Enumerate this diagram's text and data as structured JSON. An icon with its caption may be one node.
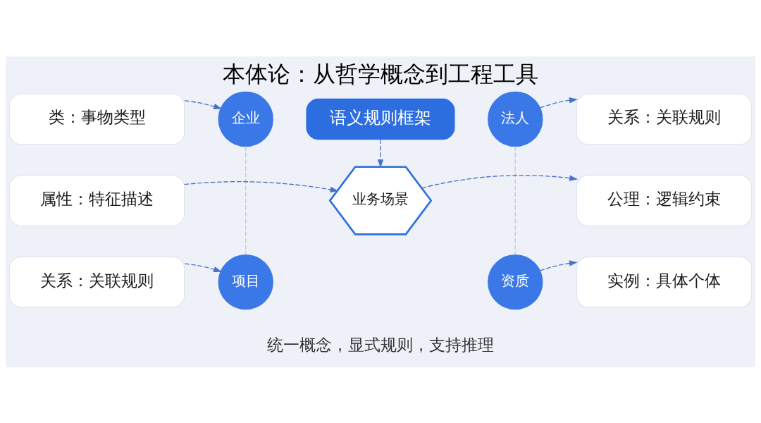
{
  "diagram": {
    "title": "本体论：从哲学概念到工程工具",
    "caption": "统一概念，显式规则，支持推理",
    "nodes": [
      {
        "text": [
          "语义规则框架"
        ]
      },
      {
        "text": [
          "类：事物类型"
        ]
      },
      {
        "text": [
          "企业"
        ]
      },
      {
        "text": [
          "法人"
        ]
      },
      {
        "text": [
          "关系：关联规则"
        ]
      },
      {
        "text": [
          "属性：特征描述"
        ]
      },
      {
        "text": [
          "业务场景"
        ]
      },
      {
        "text": [
          "公理：逻辑约束"
        ]
      },
      {
        "text": [
          "关系：关联规则"
        ]
      },
      {
        "text": [
          "项目"
        ]
      },
      {
        "text": [
          "资质"
        ]
      },
      {
        "text": [
          "实例：具体个体"
        ]
      }
    ],
    "edges": [
      {
        "from": 0,
        "to": 6,
        "arrow": "to",
        "style": "dashed"
      },
      {
        "from": 1,
        "to": 2,
        "arrow": "to",
        "style": "dashed"
      },
      {
        "from": 5,
        "to": 6,
        "arrow": "to",
        "style": "dashed"
      },
      {
        "from": 8,
        "to": 9,
        "arrow": "to",
        "style": "dashed"
      },
      {
        "from": 3,
        "to": 4,
        "arrow": "to",
        "style": "dashed"
      },
      {
        "from": 6,
        "to": 7,
        "arrow": "to",
        "style": "dashed"
      },
      {
        "from": 10,
        "to": 11,
        "arrow": "to",
        "style": "dashed"
      },
      {
        "from": 2,
        "to": 9,
        "arrow": "none",
        "style": "dashed",
        "color": "#c3c9d4"
      },
      {
        "from": 3,
        "to": 10,
        "arrow": "none",
        "style": "dashed",
        "color": "#c3c9d4"
      }
    ]
  }
}
